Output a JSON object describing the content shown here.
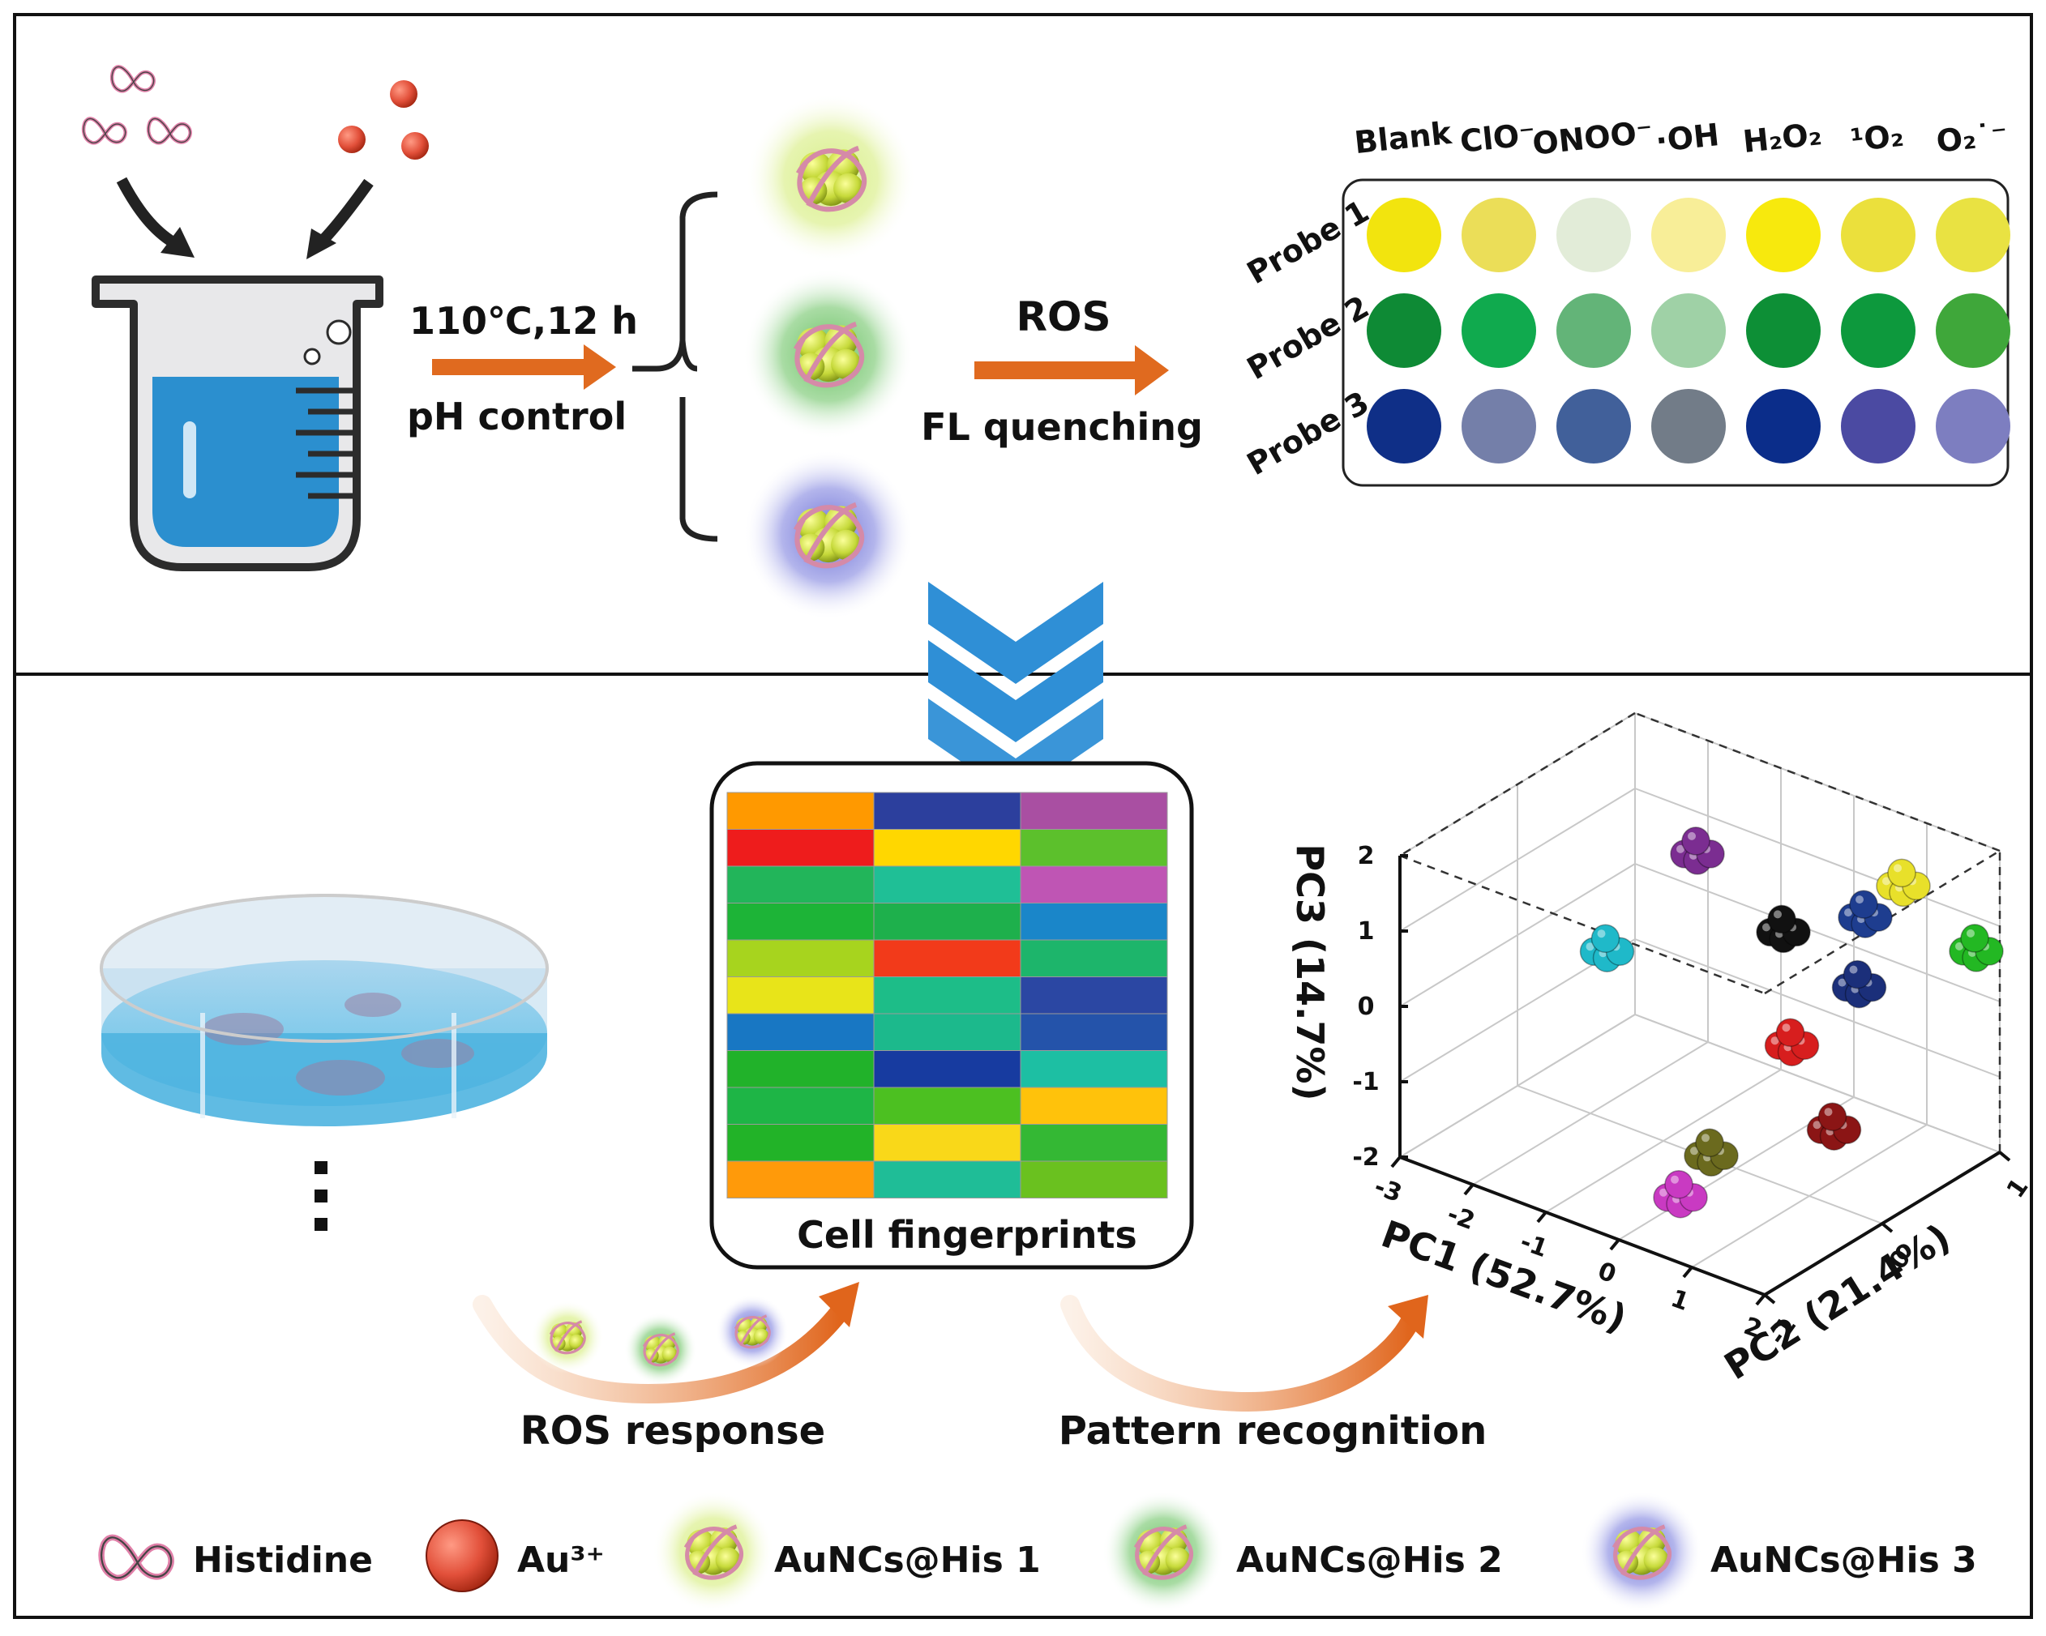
{
  "synthesis": {
    "condition_line1": "110℃,12 h",
    "condition_line2": "pH control"
  },
  "ros_step": {
    "label": "ROS",
    "sublabel": "FL quenching"
  },
  "ros_table": {
    "columns": [
      "Blank",
      "ClO⁻",
      "ONOO⁻",
      "·OH",
      "H₂O₂",
      "¹O₂",
      "O₂˙⁻"
    ],
    "rows": [
      {
        "label": "Probe 1",
        "colors": [
          "#f2e40e",
          "#ebde58",
          "#e2ecd8",
          "#f8ee98",
          "#f7e90d",
          "#ebe03c",
          "#e9e242"
        ]
      },
      {
        "label": "Probe 2",
        "colors": [
          "#0e8a35",
          "#10aa4e",
          "#63b478",
          "#9fd1a6",
          "#0d8f36",
          "#0d993d",
          "#3fa73a"
        ]
      },
      {
        "label": "Probe 3",
        "colors": [
          "#0f2f87",
          "#747fa9",
          "#41609a",
          "#727c88",
          "#0b2d8a",
          "#4b4aa2",
          "#7d7ec0"
        ]
      }
    ]
  },
  "fingerprints": {
    "label": "Cell fingerprints",
    "grid": [
      [
        "#ff9900",
        "#2c3f9d",
        "#a94fa2"
      ],
      [
        "#ee1c1c",
        "#ffd700",
        "#5cc02c"
      ],
      [
        "#22b55a",
        "#1fbf96",
        "#bf55b4"
      ],
      [
        "#1db437",
        "#1eb04c",
        "#1a86c9"
      ],
      [
        "#a7d41e",
        "#f23a1a",
        "#1db56b"
      ],
      [
        "#e8e419",
        "#1dbd88",
        "#2b47a3"
      ],
      [
        "#1877c3",
        "#1cb98c",
        "#2453aa"
      ],
      [
        "#21b22a",
        "#173ba0",
        "#1dbfa3"
      ],
      [
        "#1eb546",
        "#4cc021",
        "#ffc20b"
      ],
      [
        "#22b328",
        "#f9d819",
        "#34b834"
      ],
      [
        "#ff9a0a",
        "#1fbd97",
        "#6ac11f"
      ]
    ]
  },
  "steps": {
    "ros_response": "ROS response",
    "pattern_recognition": "Pattern recognition"
  },
  "chart_data": {
    "type": "scatter",
    "xlabel": "PC1 (52.7%)",
    "ylabel": "PC2 (21.4%)",
    "zlabel": "PC3 (14.7%)",
    "x_ticks": [
      "-3",
      "-2",
      "-1",
      "0",
      "1",
      "2"
    ],
    "y_ticks": [
      "-1",
      "0",
      "1"
    ],
    "z_ticks": [
      "-2",
      "-1",
      "0",
      "1",
      "2"
    ],
    "xlim": [
      -3,
      2
    ],
    "ylim": [
      -1,
      1
    ],
    "zlim": [
      -2,
      2
    ],
    "grid": true,
    "clusters": [
      {
        "color": "#1fb9c9",
        "x": -2.9,
        "y": 0.7,
        "z": -0.8
      },
      {
        "color": "#7b2d91",
        "x": -1.5,
        "y": 0.6,
        "z": 1.1
      },
      {
        "color": "#111111",
        "x": 0.0,
        "y": 0.4,
        "z": 0.8
      },
      {
        "color": "#e8e02a",
        "x": 1.0,
        "y": 0.8,
        "z": 1.4
      },
      {
        "color": "#1e3d8f",
        "x": 0.8,
        "y": 0.6,
        "z": 1.1
      },
      {
        "color": "#1b2f7a",
        "x": 1.2,
        "y": 0.3,
        "z": 0.6
      },
      {
        "color": "#23b823",
        "x": 2.0,
        "y": 0.8,
        "z": 0.9
      },
      {
        "color": "#d71e1e",
        "x": 0.6,
        "y": 0.1,
        "z": -0.2
      },
      {
        "color": "#8b1515",
        "x": 1.5,
        "y": -0.1,
        "z": -0.8
      },
      {
        "color": "#6b6a1e",
        "x": 0.3,
        "y": -0.4,
        "z": -1.3
      },
      {
        "color": "#c93ac2",
        "x": 0.2,
        "y": -0.6,
        "z": -1.7
      }
    ]
  },
  "legend": [
    {
      "icon": "histidine",
      "label": "Histidine"
    },
    {
      "icon": "au-ion",
      "label": "Au³⁺"
    },
    {
      "icon": "nc-yellow",
      "label": "AuNCs@His 1"
    },
    {
      "icon": "nc-green",
      "label": "AuNCs@His 2"
    },
    {
      "icon": "nc-blue",
      "label": "AuNCs@His 3"
    }
  ],
  "colors": {
    "arrow_orange": "#e06a1f",
    "chevron_blue": "#2f8fd6",
    "beaker_liquid": "#2b8fcf",
    "dish_liquid": "#6cc7ea"
  }
}
